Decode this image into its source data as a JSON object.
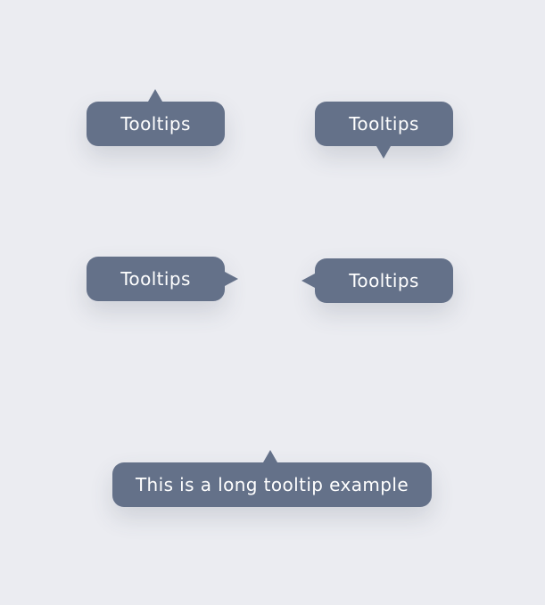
{
  "colors": {
    "background": "#ebecf1",
    "tooltip_background": "#647189",
    "tooltip_text": "#ffffff"
  },
  "tooltips": {
    "top": {
      "label": "Tooltips",
      "arrow": "top"
    },
    "bottom": {
      "label": "Tooltips",
      "arrow": "bottom"
    },
    "right": {
      "label": "Tooltips",
      "arrow": "right"
    },
    "left": {
      "label": "Tooltips",
      "arrow": "left"
    },
    "long": {
      "label": "This is a long tooltip example",
      "arrow": "top"
    }
  }
}
